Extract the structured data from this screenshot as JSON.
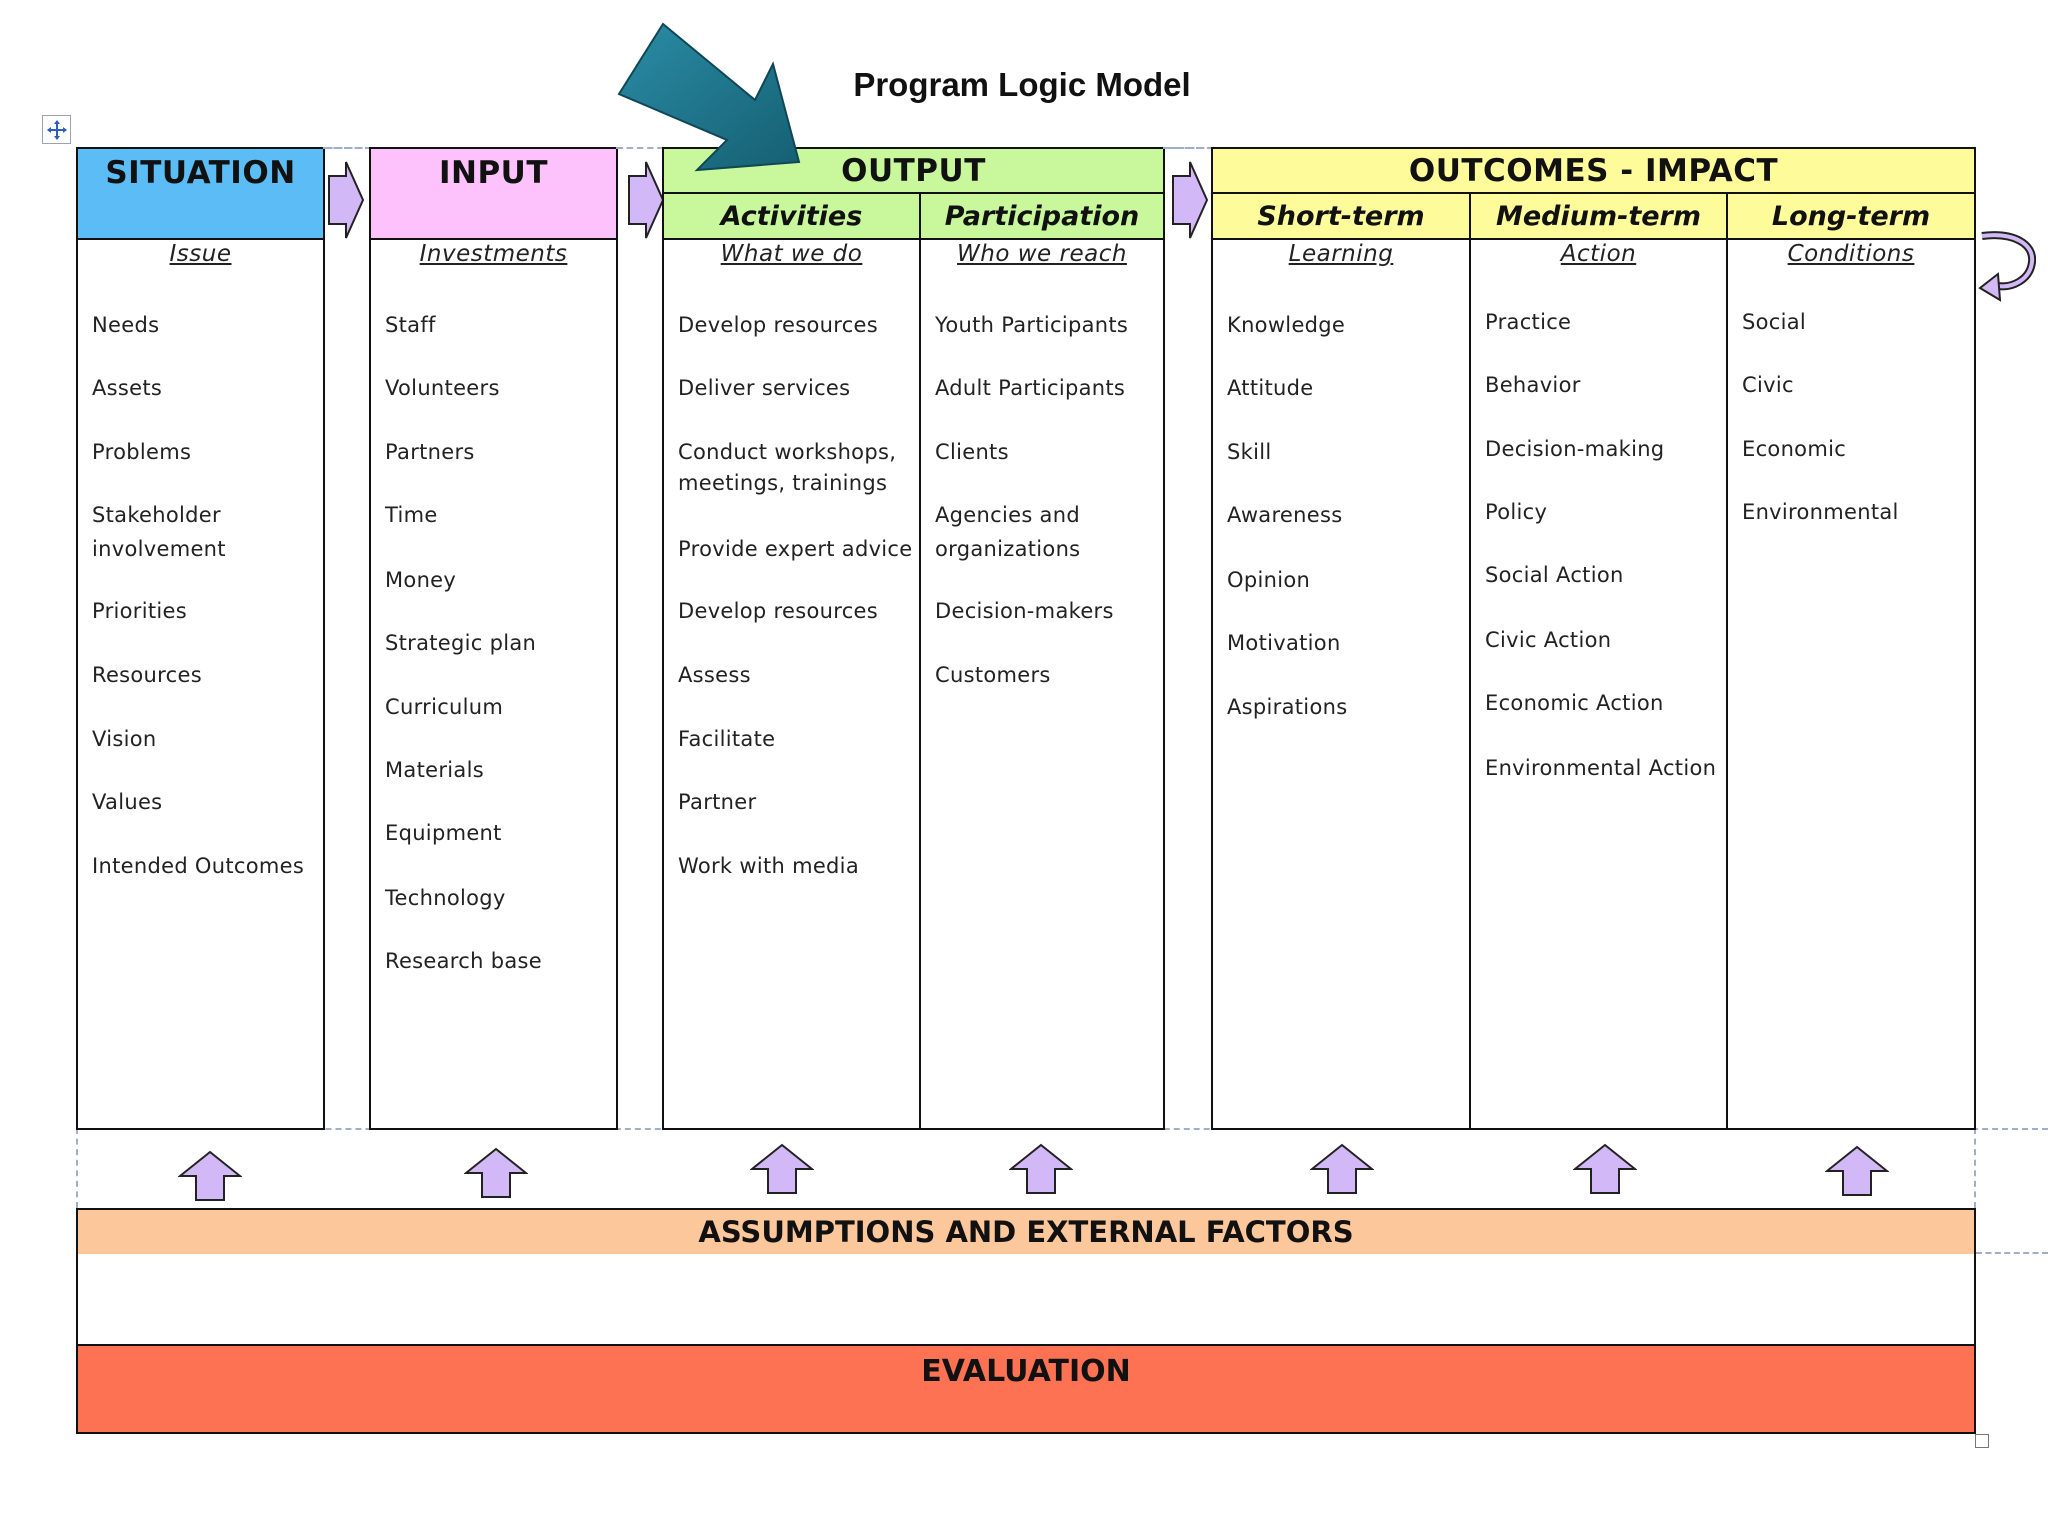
{
  "title": "Program Logic Model",
  "colors": {
    "situation": "#5bbcf6",
    "input": "#fdc2fb",
    "output": "#c9f89c",
    "outcomes": "#fdfb9a",
    "assumptions": "#fcc79b",
    "evaluation": "#fd7253",
    "arrow_fill": "#d2b8f7",
    "big_arrow": "#1d7890"
  },
  "situation": {
    "header": "SITUATION",
    "category": "Issue",
    "items": [
      "Needs",
      "Assets",
      "Problems",
      "Stakeholder",
      "involvement",
      "Priorities",
      "Resources",
      "Vision",
      "Values",
      "Intended Outcomes"
    ]
  },
  "input": {
    "header": "INPUT",
    "category": "Investments",
    "items": [
      "Staff",
      "Volunteers",
      "Partners",
      "Time",
      "Money",
      "Strategic plan",
      "Curriculum",
      "Materials",
      "Equipment",
      "Technology",
      "Research base"
    ]
  },
  "output": {
    "header": "OUTPUT",
    "activities": {
      "sub": "Activities",
      "category": "What we do",
      "items": [
        "Develop resources",
        "Deliver services",
        "Conduct workshops,",
        "meetings, trainings",
        "Provide expert advice",
        "Develop resources",
        "Assess",
        "Facilitate",
        "Partner",
        "Work with media"
      ]
    },
    "participation": {
      "sub": "Participation",
      "category": "Who we reach",
      "items": [
        "Youth Participants",
        "Adult Participants",
        "Clients",
        "Agencies and",
        "organizations",
        "Decision-makers",
        "Customers"
      ]
    }
  },
  "outcomes": {
    "header": "OUTCOMES - IMPACT",
    "short": {
      "sub": "Short-term",
      "category": "Learning",
      "items": [
        "Knowledge",
        "Attitude",
        "Skill",
        "Awareness",
        "Opinion",
        "Motivation",
        "Aspirations"
      ]
    },
    "medium": {
      "sub": "Medium-term",
      "category": "Action",
      "items": [
        "Practice",
        "Behavior",
        "Decision-making",
        "Policy",
        "Social Action",
        "Civic Action",
        "Economic Action",
        "Environmental Action"
      ]
    },
    "long": {
      "sub": "Long-term",
      "category": "Conditions",
      "items": [
        "Social",
        "Civic",
        "Economic",
        "Environmental"
      ]
    }
  },
  "assumptions": "ASSUMPTIONS AND EXTERNAL FACTORS",
  "evaluation": "EVALUATION"
}
